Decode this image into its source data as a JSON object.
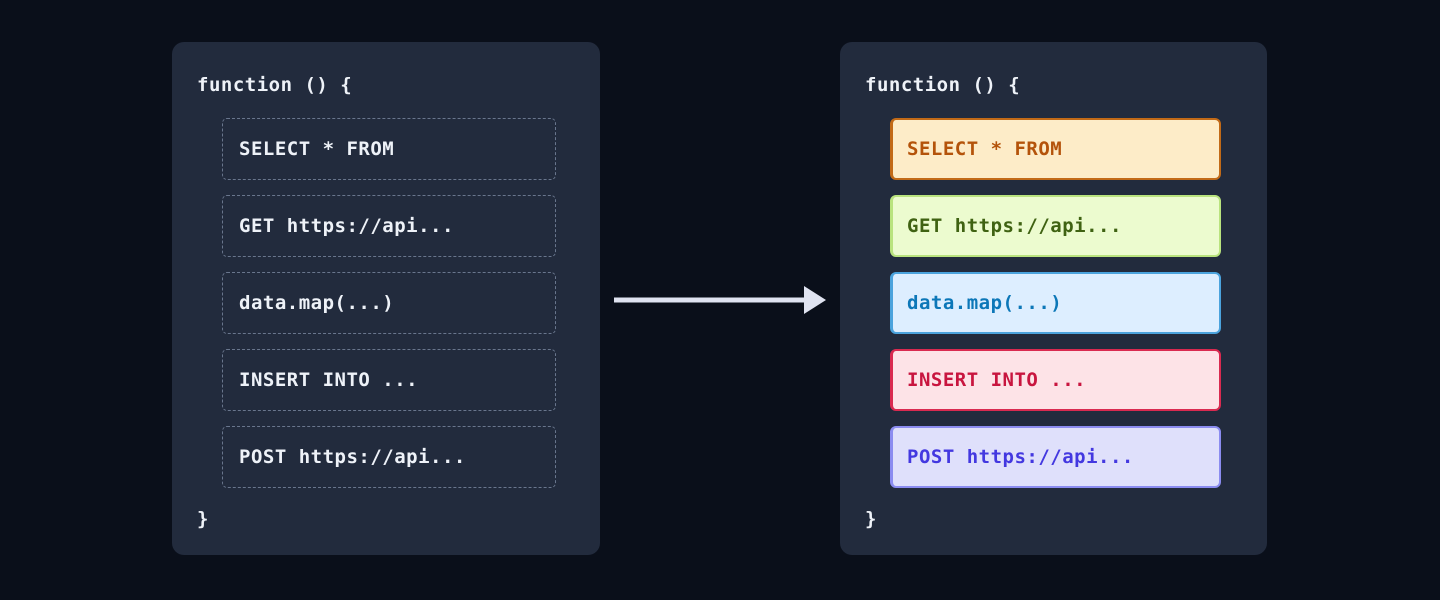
{
  "theme": {
    "page_background": "#0a0f1a",
    "panel_background": "#222b3d",
    "code_text": "#eef2f8",
    "dashed_border": "#69768d",
    "arrow_color": "#dfe3f0"
  },
  "arrow": {
    "icon": "arrow-right-icon",
    "direction": "right"
  },
  "panels": [
    {
      "id": "before",
      "name": "before-panel",
      "code_open": "function () {",
      "code_close": "}",
      "statements": [
        {
          "text": "SELECT * FROM",
          "kind": "sql-select"
        },
        {
          "text": "GET https://api...",
          "kind": "http-get"
        },
        {
          "text": "data.map(...)",
          "kind": "js-map"
        },
        {
          "text": "INSERT INTO ...",
          "kind": "sql-insert"
        },
        {
          "text": "POST https://api...",
          "kind": "http-post"
        }
      ]
    },
    {
      "id": "after",
      "name": "after-panel",
      "code_open": "function () {",
      "code_close": "}",
      "statements": [
        {
          "text": "SELECT * FROM",
          "kind": "sql-select",
          "background": "#fdecc8",
          "border": "#c26a17",
          "color": "#b4530a"
        },
        {
          "text": "GET https://api...",
          "kind": "http-get",
          "background": "#ecfbcf",
          "border": "#b9e37e",
          "color": "#3f6212"
        },
        {
          "text": "data.map(...)",
          "kind": "js-map",
          "background": "#ddeeff",
          "border": "#4ba3dd",
          "color": "#0c77b8"
        },
        {
          "text": "INSERT INTO ...",
          "kind": "sql-insert",
          "background": "#fde3e7",
          "border": "#d92a50",
          "color": "#c8153f"
        },
        {
          "text": "POST https://api...",
          "kind": "http-post",
          "background": "#dfe0fb",
          "border": "#8b8cf0",
          "color": "#4338e0"
        }
      ]
    }
  ]
}
